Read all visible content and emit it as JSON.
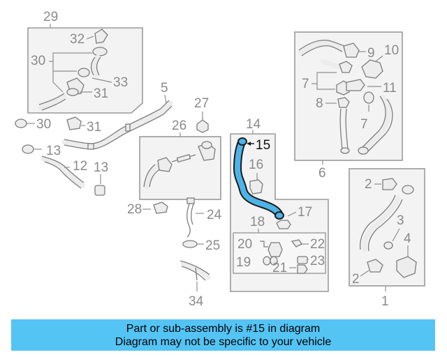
{
  "diagram": {
    "highlight_color": "#4db3e8",
    "callouts": {
      "c29": "29",
      "c32": "32",
      "c30": "30",
      "c33": "33",
      "c31": "31",
      "c30b": "30",
      "c31b": "31",
      "c5": "5",
      "c27": "27",
      "c26": "26",
      "c13": "13",
      "c12": "12",
      "c13b": "13",
      "c28": "28",
      "c24": "24",
      "c25": "25",
      "c34": "34",
      "c14": "14",
      "c15": "15",
      "c16": "16",
      "c17": "17",
      "c18": "18",
      "c20": "20",
      "c22": "22",
      "c19": "19",
      "c23": "23",
      "c21": "21",
      "c9": "9",
      "c10": "10",
      "c7": "7",
      "c11": "11",
      "c8": "8",
      "c7b": "7",
      "c6": "6",
      "c2": "2",
      "c3": "3",
      "c4": "4",
      "c2b": "2",
      "c1": "1"
    }
  },
  "banner": {
    "line1": "Part or sub-assembly is #15 in diagram",
    "line2": "Diagram may not be specific to your vehicle",
    "color": "#54c4f5"
  }
}
